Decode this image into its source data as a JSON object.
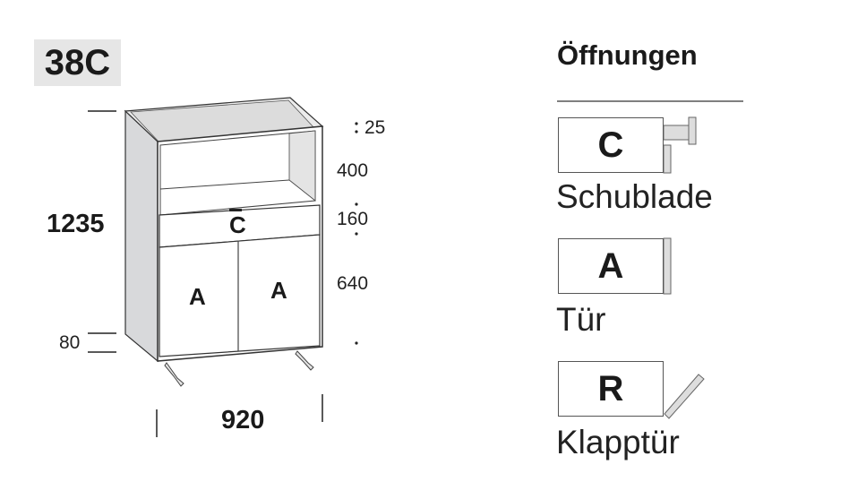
{
  "model": "38C",
  "dimensions": {
    "height": "1235",
    "width": "920",
    "plinth": "80",
    "top": "25",
    "open_shelf": "400",
    "drawer": "160",
    "doors": "640"
  },
  "front_labels": {
    "drawer": "C",
    "door_left": "A",
    "door_right": "A"
  },
  "legend": {
    "title": "Öffnungen",
    "items": [
      {
        "code": "C",
        "label": "Schublade"
      },
      {
        "code": "A",
        "label": "Tür"
      },
      {
        "code": "R",
        "label": "Klapptür"
      }
    ]
  }
}
